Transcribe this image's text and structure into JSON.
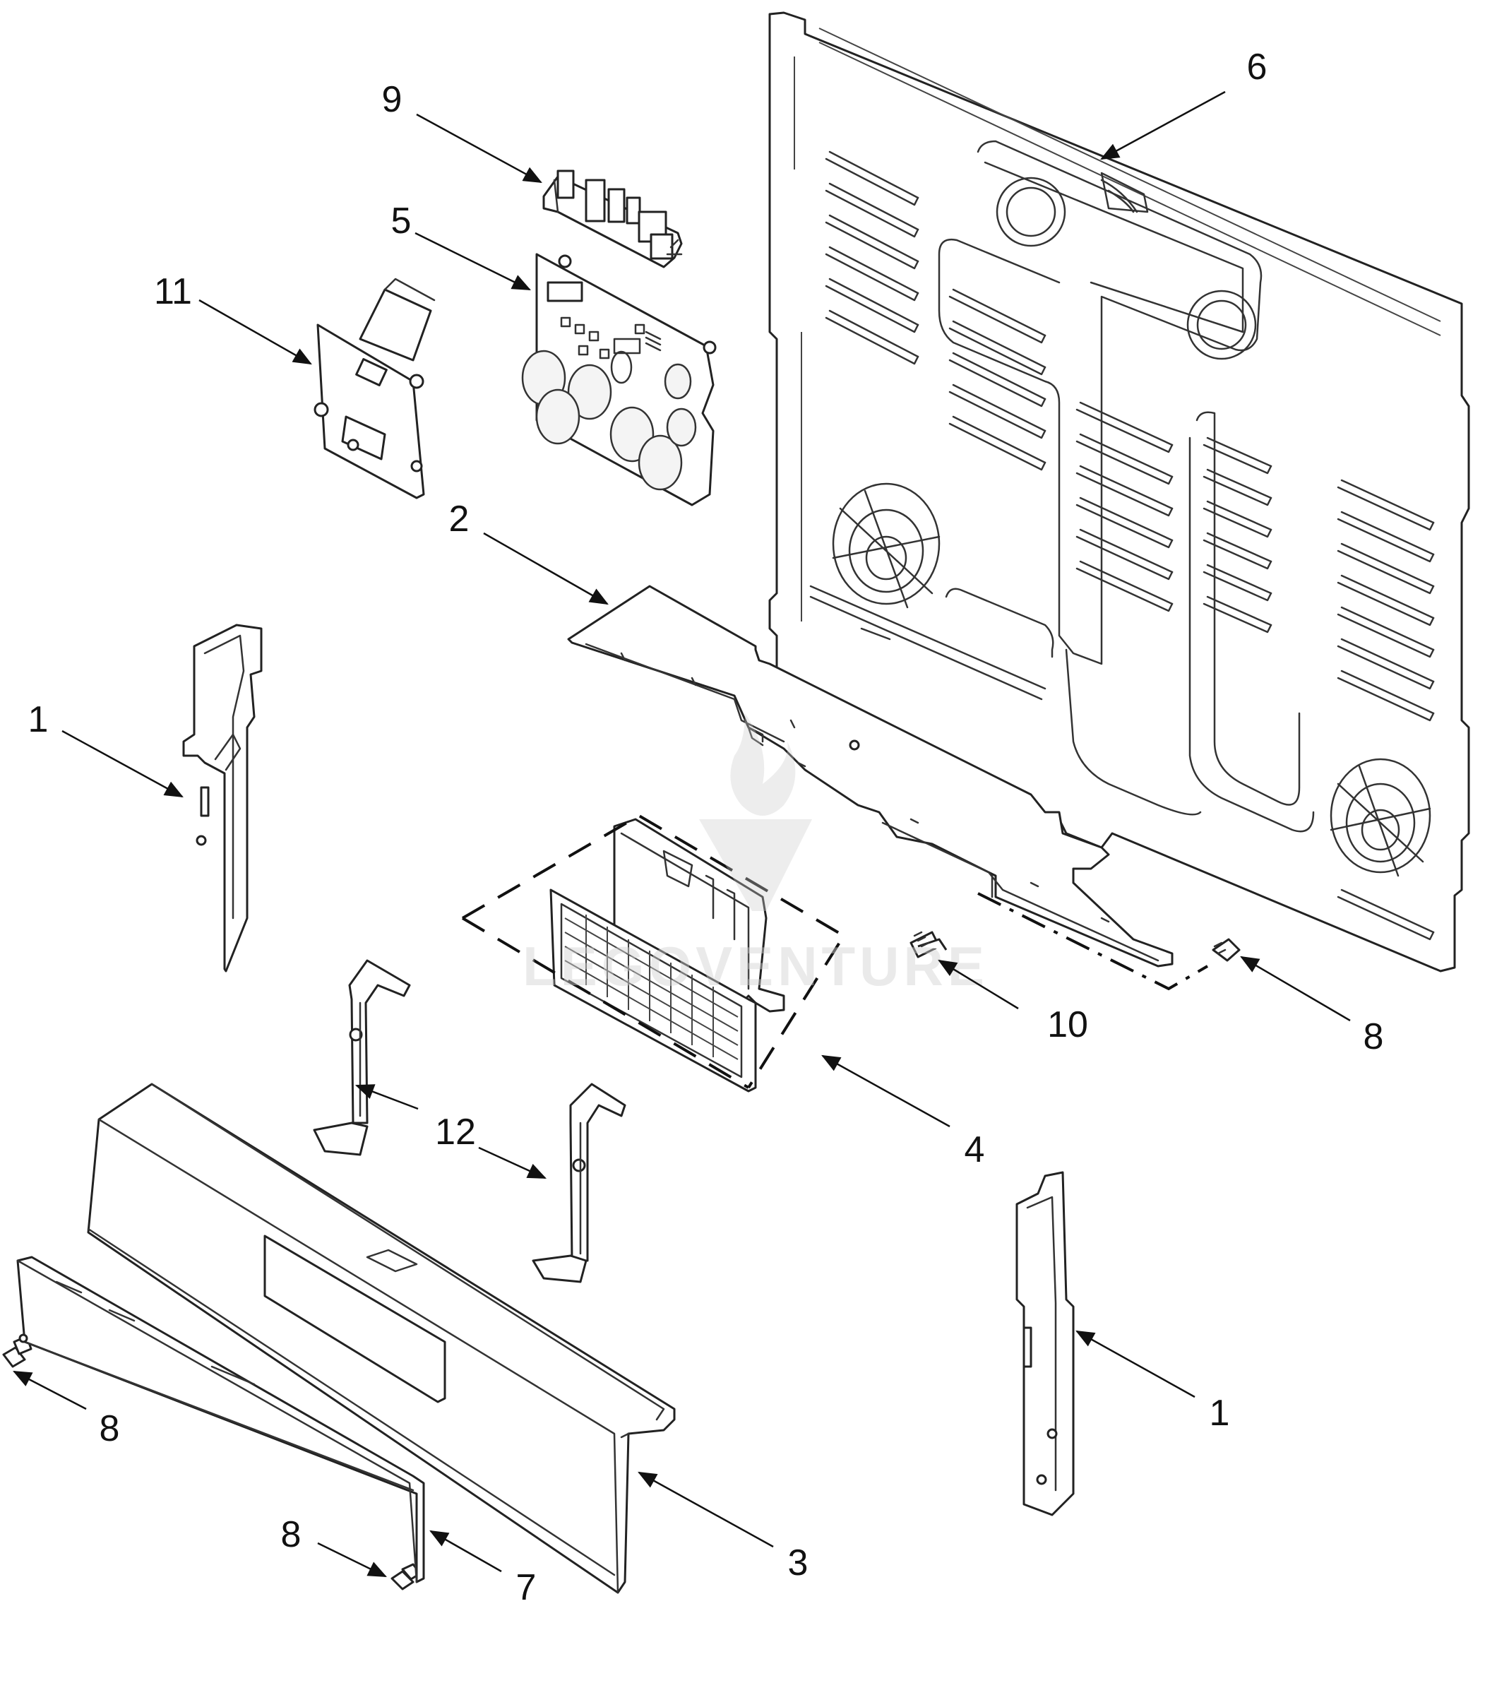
{
  "diagram": {
    "callouts": [
      "9",
      "5",
      "6",
      "11",
      "2",
      "1",
      "10",
      "8",
      "4",
      "12",
      "1",
      "8",
      "8",
      "7",
      "3"
    ]
  },
  "watermark": {
    "text": "LEGOVENTURE"
  }
}
